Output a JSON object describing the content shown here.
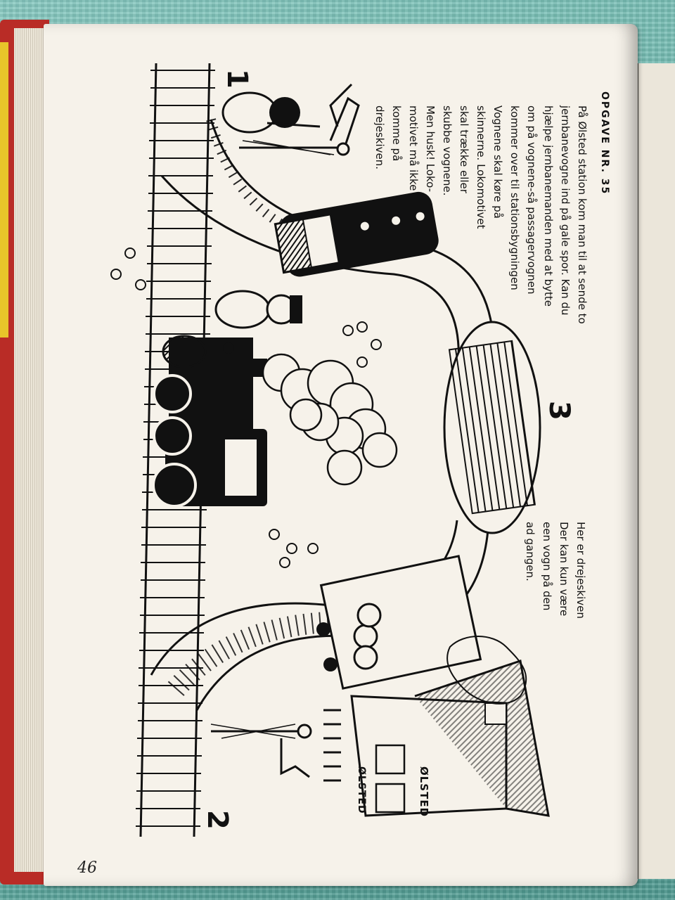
{
  "page": {
    "heading": "OPGAVE NR. 35",
    "page_number": "46",
    "instructions": [
      "På Ølsted station kom man til at sende to",
      "jernbanevogne ind på gale spor. Kan du",
      "hjælpe jernbanemanden med at bytte",
      "om på vognene-så passagervognen",
      "kommer over til stationsbygningen",
      "Vognene skal køre på",
      "skinnerne. Lokomotivet",
      "skal trække eller",
      "skubbe vognene.",
      "Men husk! Loko-",
      "motivet må ikke",
      "komme på",
      "drejeskiven."
    ],
    "turntable_note": [
      "Her er drejeskiven",
      "Der kan kun være",
      "een vogn på den",
      "ad gangen."
    ],
    "labels": {
      "track_1": "1",
      "track_2": "2",
      "track_3": "3",
      "station_sign": "ØLSTED",
      "station_wall_sign": "ØLSTED"
    }
  }
}
